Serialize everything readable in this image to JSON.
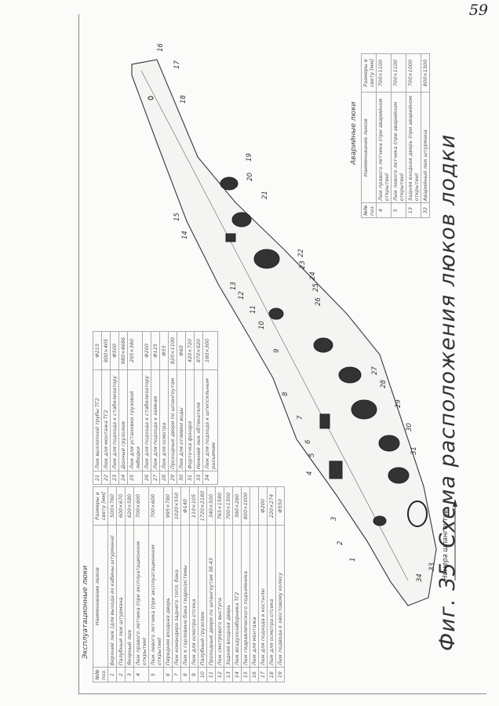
{
  "page_number": "59",
  "title": {
    "fig": "Фиг. 35",
    "text": "Схема расположения люков лодки"
  },
  "frames_note": "Номера шпангоутов",
  "operational_hatches": {
    "caption": "Эксплуатационные люки",
    "headers": {
      "num": "№№ поз.",
      "name": "Наименование люков",
      "size": "Размеры в свету [мм]"
    },
    "rows_left": [
      {
        "n": "1",
        "name": "Верхний люк (для выхода из кабины штурмана)",
        "size": "500×760"
      },
      {
        "n": "2",
        "name": "Палубный люк штурмана",
        "size": "600×670"
      },
      {
        "n": "3",
        "name": "Якорный люк",
        "size": "620×580"
      },
      {
        "n": "4",
        "name": "Люк правого летчика (при эксплуатационном открытии)",
        "size": "700×600"
      },
      {
        "n": "5",
        "name": "Люк левого летчика (при эксплуатационном открытии)",
        "size": "700×600"
      },
      {
        "n": "6",
        "name": "Передняя входная дверь",
        "size": "995×780"
      },
      {
        "n": "7",
        "name": "Люк командира заднего топл. бака",
        "size": "1020×550"
      },
      {
        "n": "8",
        "name": "Люк к горловине бака гидросистемы",
        "size": "Ф140"
      },
      {
        "n": "9",
        "name": "Люк для осмотра отсека",
        "size": "110×105"
      },
      {
        "n": "10",
        "name": "Палубный грузолюк",
        "size": "1720×2180"
      },
      {
        "n": "11",
        "name": "Проходные двери по шпангоутам 38-43",
        "size": "340×500"
      },
      {
        "n": "12",
        "name": "Люк смотрового выступа",
        "size": "765×1580"
      },
      {
        "n": "13",
        "name": "Задняя входная дверь",
        "size": "700×1300"
      },
      {
        "n": "14",
        "name": "Люк воздухозаборника ТГ2",
        "size": "360×260"
      },
      {
        "n": "15",
        "name": "Люк гидравлического подъемника",
        "size": "800×1000"
      },
      {
        "n": "16",
        "name": "Люк для монтажа",
        "size": ""
      },
      {
        "n": "17",
        "name": "Люк для подхода к костылю",
        "size": "Ф200"
      },
      {
        "n": "18",
        "name": "Люк для осмотра отсека",
        "size": "220×274"
      },
      {
        "n": "19",
        "name": "Люк подвода к хвостовому колесу",
        "size": "Ф550"
      }
    ],
    "rows_right": [
      {
        "n": "21",
        "name": "Люк выхлопной трубы ТГ2",
        "size": "Ф215"
      },
      {
        "n": "22",
        "name": "Люк для монтажа ТГ2",
        "size": "800×405"
      },
      {
        "n": "23",
        "name": "Люк для подхода к стабилизатору",
        "size": "Ф500"
      },
      {
        "n": "24",
        "name": "Донный грузолюк",
        "size": "980×4686"
      },
      {
        "n": "25",
        "name": "Люк для установки грузовой лебедки",
        "size": "295×380"
      },
      {
        "n": "26",
        "name": "Люк для подхода к стабилизатору",
        "size": "Ф200"
      },
      {
        "n": "27",
        "name": "Люк для подхода к замкам",
        "size": "Ф125"
      },
      {
        "n": "28",
        "name": "Люк для осмотра",
        "size": "Ф55"
      },
      {
        "n": "29",
        "name": "Проходные двери по шпангоутам",
        "size": "820×1100"
      },
      {
        "n": "30",
        "name": "Люк для отливки воды",
        "size": "Ф60"
      },
      {
        "n": "31",
        "name": "Форточка фонаря",
        "size": "420×720"
      },
      {
        "n": "33",
        "name": "Нижний люк обтекателя",
        "size": "870×920"
      },
      {
        "n": "34",
        "name": "Люк для подхода к штепсельным разъемам",
        "size": "180×300"
      }
    ]
  },
  "emergency_hatches": {
    "caption": "Аварийные люки",
    "headers": {
      "num": "№№ поз.",
      "name": "Наименование люков",
      "size": "Размеры в свету [мм]"
    },
    "rows": [
      {
        "n": "4",
        "name": "Люк правого летчика (при аварийном открытии)",
        "size": "700×1100"
      },
      {
        "n": "5",
        "name": "Люк левого летчика (при аварийном открытии)",
        "size": "700×1100"
      },
      {
        "n": "13",
        "name": "Задняя входная дверь (при аварийном открытии)",
        "size": "700×1000"
      },
      {
        "n": "32",
        "name": "Аварийный люк штурмана",
        "size": "800×1300"
      }
    ]
  },
  "callouts": [
    "1",
    "2",
    "3",
    "4",
    "5",
    "6",
    "7",
    "8",
    "9",
    "10",
    "11",
    "12",
    "13",
    "14",
    "15",
    "16",
    "17",
    "18",
    "19",
    "20",
    "21",
    "22",
    "23",
    "24",
    "25",
    "26",
    "27",
    "28",
    "29",
    "30",
    "31",
    "33",
    "34"
  ]
}
